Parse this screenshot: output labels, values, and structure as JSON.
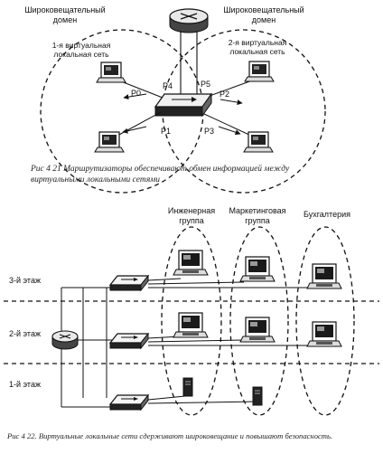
{
  "figure1": {
    "broadcast_domain_left": [
      "Широковещательный",
      "домен"
    ],
    "broadcast_domain_right": [
      "Широковещательный",
      "домен"
    ],
    "vlan_left": [
      "1-я виртуальная",
      "локальная сеть"
    ],
    "vlan_right": [
      "2-я виртуальная",
      "локальная сеть"
    ],
    "ports": {
      "p0": "P0",
      "p1": "P1",
      "p2": "P2",
      "p3": "P3",
      "p4": "P4",
      "p5": "P5"
    },
    "caption": {
      "line1_prefix": "Рис 4 21",
      "line1": "Маршрутизаторы обеспечивают обмен информацией между",
      "line2": "виртуальными локальными сетями"
    }
  },
  "figure2": {
    "groups": {
      "engineering": [
        "Инженерная",
        "группа"
      ],
      "marketing": [
        "Маркетинговая",
        "группа"
      ],
      "accounting": "Бухгалтерия"
    },
    "floors": {
      "third": "3-й этаж",
      "second": "2-й этаж",
      "first": "1-й этаж"
    },
    "caption": {
      "prefix": "Рис 4 22.",
      "text": "Виртуальные локальные сети сдерживают широковещание и повышают безопасность."
    }
  }
}
